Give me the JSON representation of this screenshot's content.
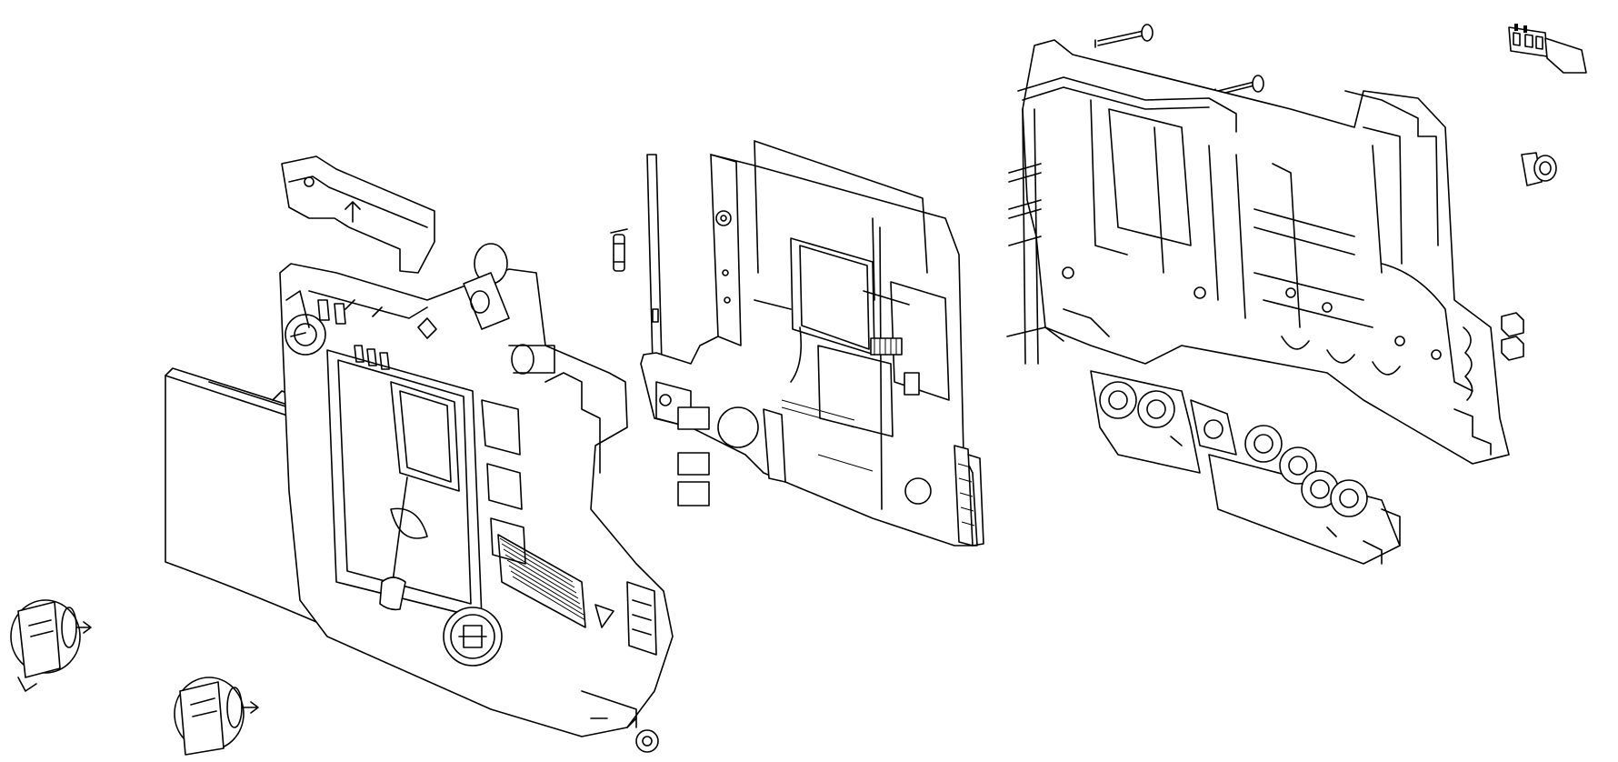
{
  "figure": {
    "kind": "exploded-assembly-line-drawing",
    "background": "#ffffff",
    "line_color": "#000000",
    "parts": [
      "knob-left-lower",
      "knob-left-upper",
      "front-cover-flap",
      "top-handle-bracket",
      "front-housing",
      "fuse",
      "circuit-board",
      "screw-upper",
      "screw-lower",
      "rear-chassis",
      "terminal-blocks",
      "connector-plug",
      "grommet",
      "clip-pair"
    ]
  }
}
